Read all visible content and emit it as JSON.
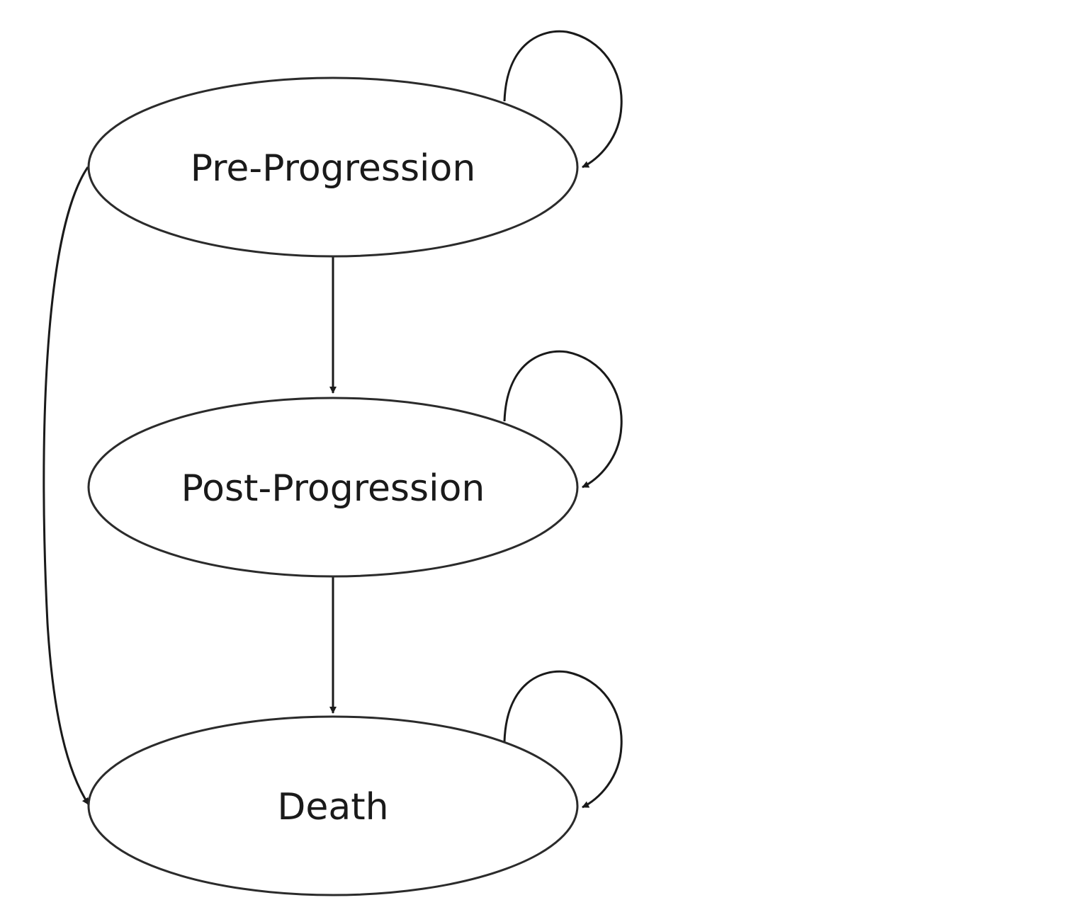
{
  "diagram": {
    "type": "state-transition",
    "states": [
      {
        "id": "pre",
        "label": "Pre-Progression"
      },
      {
        "id": "post",
        "label": "Post-Progression"
      },
      {
        "id": "death",
        "label": "Death"
      }
    ],
    "transitions": [
      {
        "from": "pre",
        "to": "pre"
      },
      {
        "from": "pre",
        "to": "post"
      },
      {
        "from": "pre",
        "to": "death"
      },
      {
        "from": "post",
        "to": "post"
      },
      {
        "from": "post",
        "to": "death"
      },
      {
        "from": "death",
        "to": "death"
      }
    ],
    "colors": {
      "line": "#1a1a1a",
      "background": "#ffffff"
    }
  }
}
